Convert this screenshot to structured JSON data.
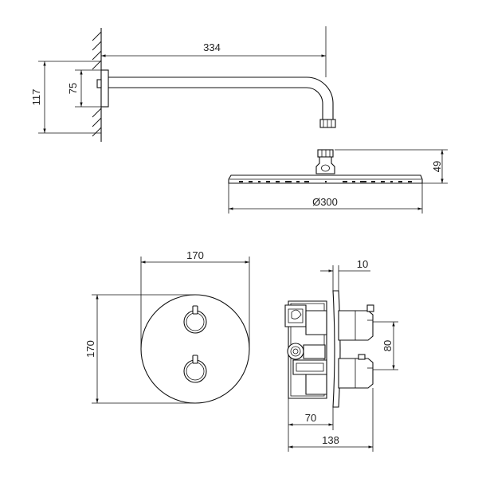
{
  "drawing": {
    "shower_arm": {
      "length": "334",
      "flange_height": "117",
      "flange_inner": "75"
    },
    "shower_head": {
      "diameter": "Ø300",
      "height": "49"
    },
    "plate_front": {
      "width": "170",
      "height": "170"
    },
    "valve_side": {
      "plate_thickness": "10",
      "handle_spacing": "80",
      "body_depth": "70",
      "total_depth": "138"
    }
  }
}
